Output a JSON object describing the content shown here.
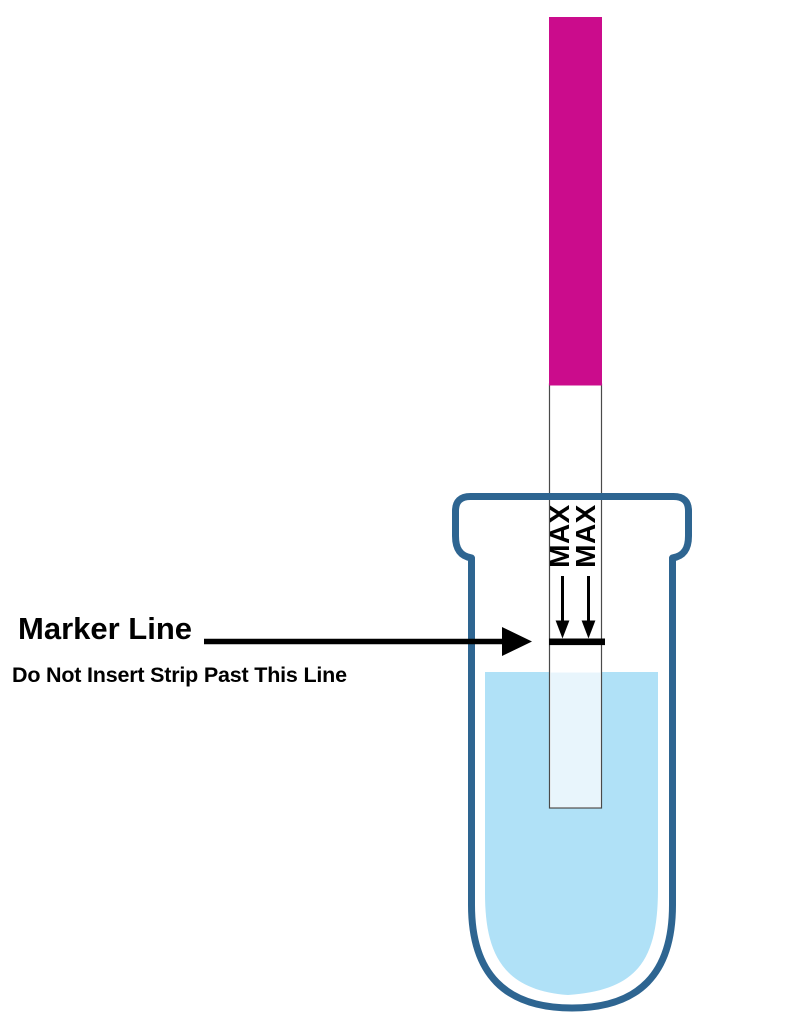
{
  "labels": {
    "marker_line_title": "Marker Line",
    "marker_line_instruction": "Do Not Insert Strip Past This Line",
    "max_labels": [
      "MAX",
      "MAX"
    ]
  },
  "colors": {
    "strip_handle": "#CB0C8C",
    "strip_body": "#FFFFFF",
    "strip_border": "#4A4A4A",
    "submerged_strip": "#E8F5FC",
    "tube_outline": "#2E6591",
    "liquid": "#B0E1F7",
    "marker_and_arrows": "#000000"
  }
}
